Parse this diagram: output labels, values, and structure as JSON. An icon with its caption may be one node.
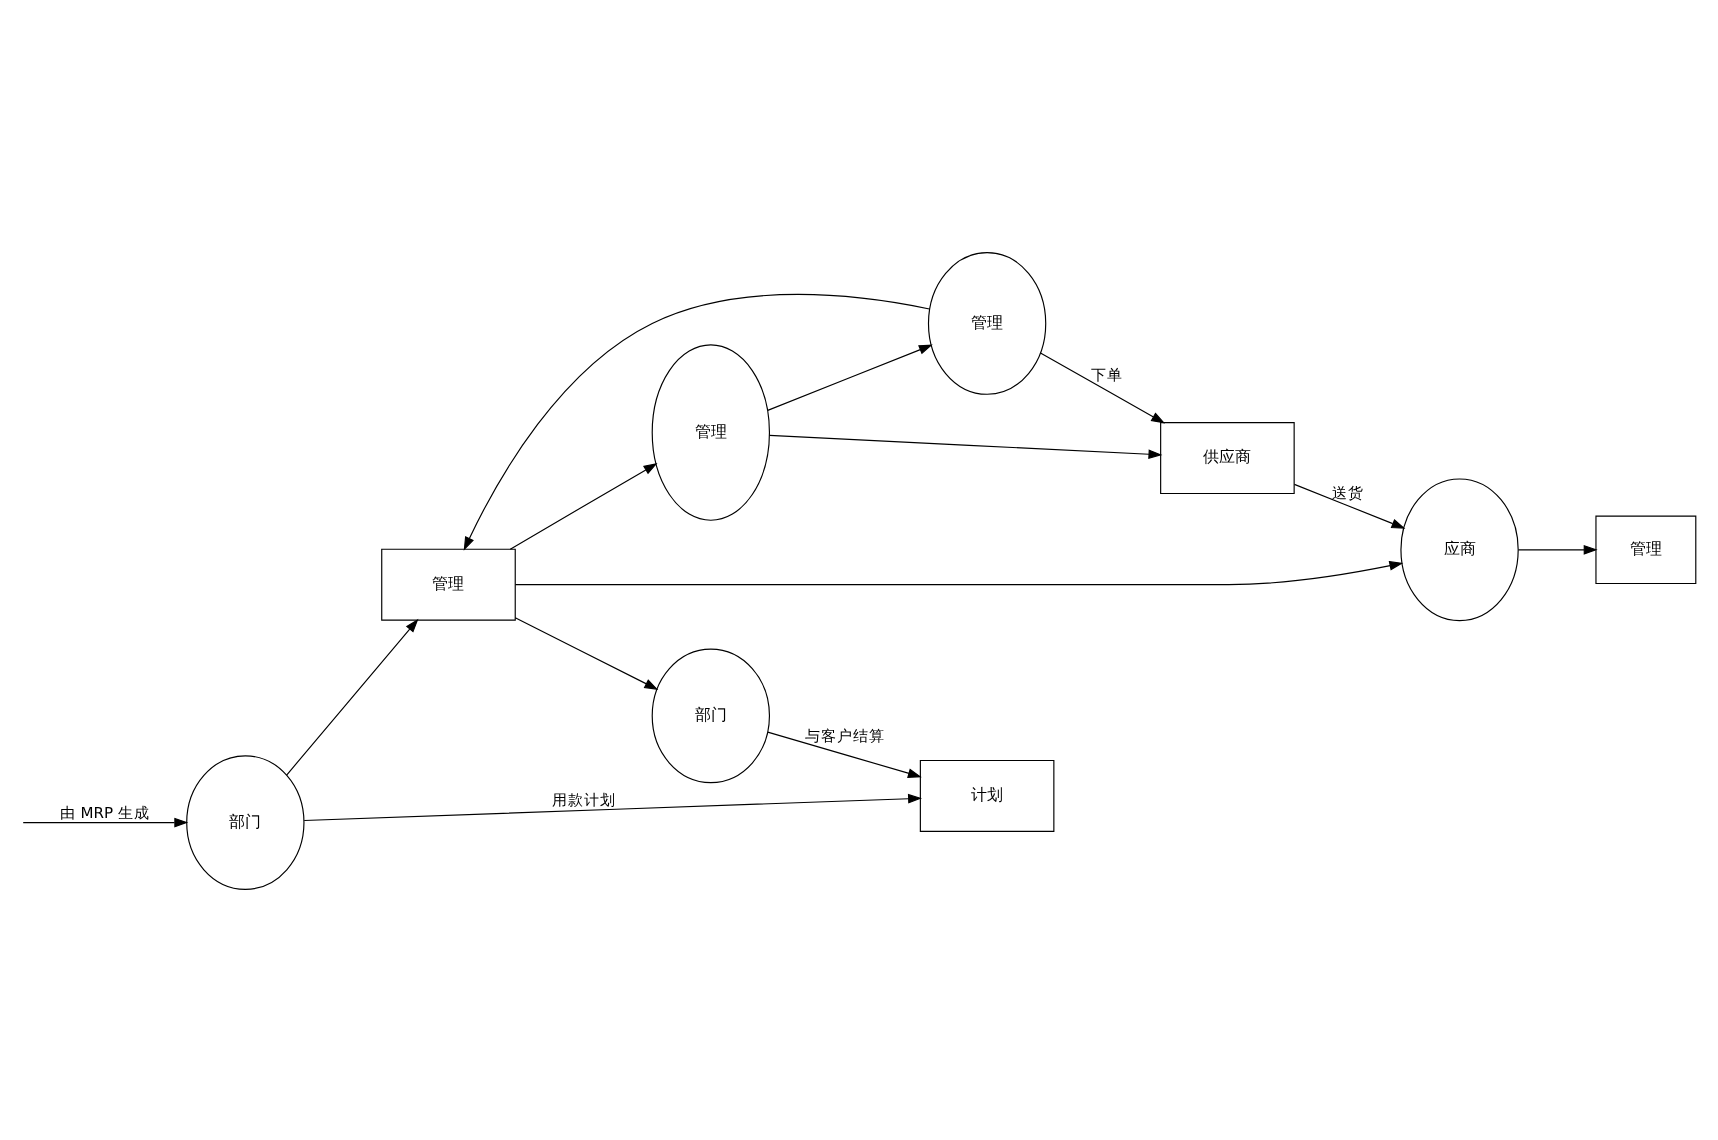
{
  "diagram": {
    "nodes": [
      {
        "text": [
          "供应商"
        ]
      },
      {
        "text": [
          "管理"
        ]
      },
      {
        "text": [
          "管理"
        ]
      },
      {
        "text": [
          "应商"
        ]
      },
      {
        "text": [
          "管理"
        ]
      },
      {
        "text": [
          "管理"
        ]
      },
      {
        "text": [
          "部门"
        ]
      },
      {
        "text": [
          "部门"
        ]
      },
      {
        "text": [
          "计划"
        ]
      }
    ],
    "edges": [
      {
        "from": 1,
        "to": 0,
        "arrow": "to"
      },
      {
        "from": 1,
        "to": 2,
        "arrow": "to"
      },
      {
        "from": 2,
        "to": 0,
        "arrow": "to",
        "label": "下单"
      },
      {
        "from": 0,
        "to": 3,
        "arrow": "to",
        "label": "送货"
      },
      {
        "from": 3,
        "to": 4,
        "arrow": "to"
      },
      {
        "from": 2,
        "to": 5,
        "arrow": "to"
      },
      {
        "from": 5,
        "to": 1,
        "arrow": "to"
      },
      {
        "from": 5,
        "to": 3,
        "arrow": "to"
      },
      {
        "from": 5,
        "to": 7,
        "arrow": "to"
      },
      {
        "from": 6,
        "to": 5,
        "arrow": "to"
      },
      {
        "from": 6,
        "to": 8,
        "arrow": "to",
        "label": "用款计划"
      },
      {
        "from": 7,
        "to": 8,
        "arrow": "to",
        "label": "与客户结算"
      },
      {
        "from": null,
        "to": 6,
        "arrow": "to",
        "label": "由 MRP 生成"
      }
    ]
  }
}
